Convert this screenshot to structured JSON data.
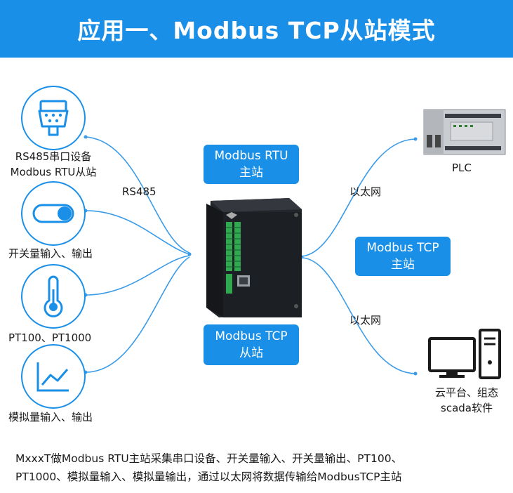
{
  "title": "应用一、Modbus TCP从站模式",
  "left_items": [
    {
      "line1": "RS485串口设备",
      "line2": "Modbus RTU从站"
    },
    {
      "line1": "开关量输入、输出"
    },
    {
      "line1": "PT100、PT1000"
    },
    {
      "line1": "模拟量输入、输出"
    }
  ],
  "rs485_label": "RS485",
  "box_rtu": {
    "line1": "Modbus RTU",
    "line2": "主站"
  },
  "box_tcp_slave": {
    "line1": "Modbus TCP",
    "line2": "从站"
  },
  "box_tcp_master": {
    "line1": "Modbus TCP",
    "line2": "主站"
  },
  "ethernet_top": "以太网",
  "ethernet_bottom": "以太网",
  "plc_label": "PLC",
  "cloud_label": {
    "line1": "云平台、组态",
    "line2": "scada软件"
  },
  "caption": {
    "line1": "MxxxT做Modbus RTU主站采集串口设备、开关量输入、开关量输出、PT100、",
    "line2": "PT1000、模拟量输入、模拟量输出，通过以太网将数据传输给ModbusTCP主站"
  },
  "colors": {
    "accent": "#1a8fe8",
    "device": "#1c1f24",
    "terminal": "#2fa84f"
  },
  "icons": [
    "serial-port-icon",
    "toggle-switch-icon",
    "thermometer-icon",
    "analog-chart-icon",
    "io-module-device",
    "plc-device",
    "computer-icon"
  ]
}
